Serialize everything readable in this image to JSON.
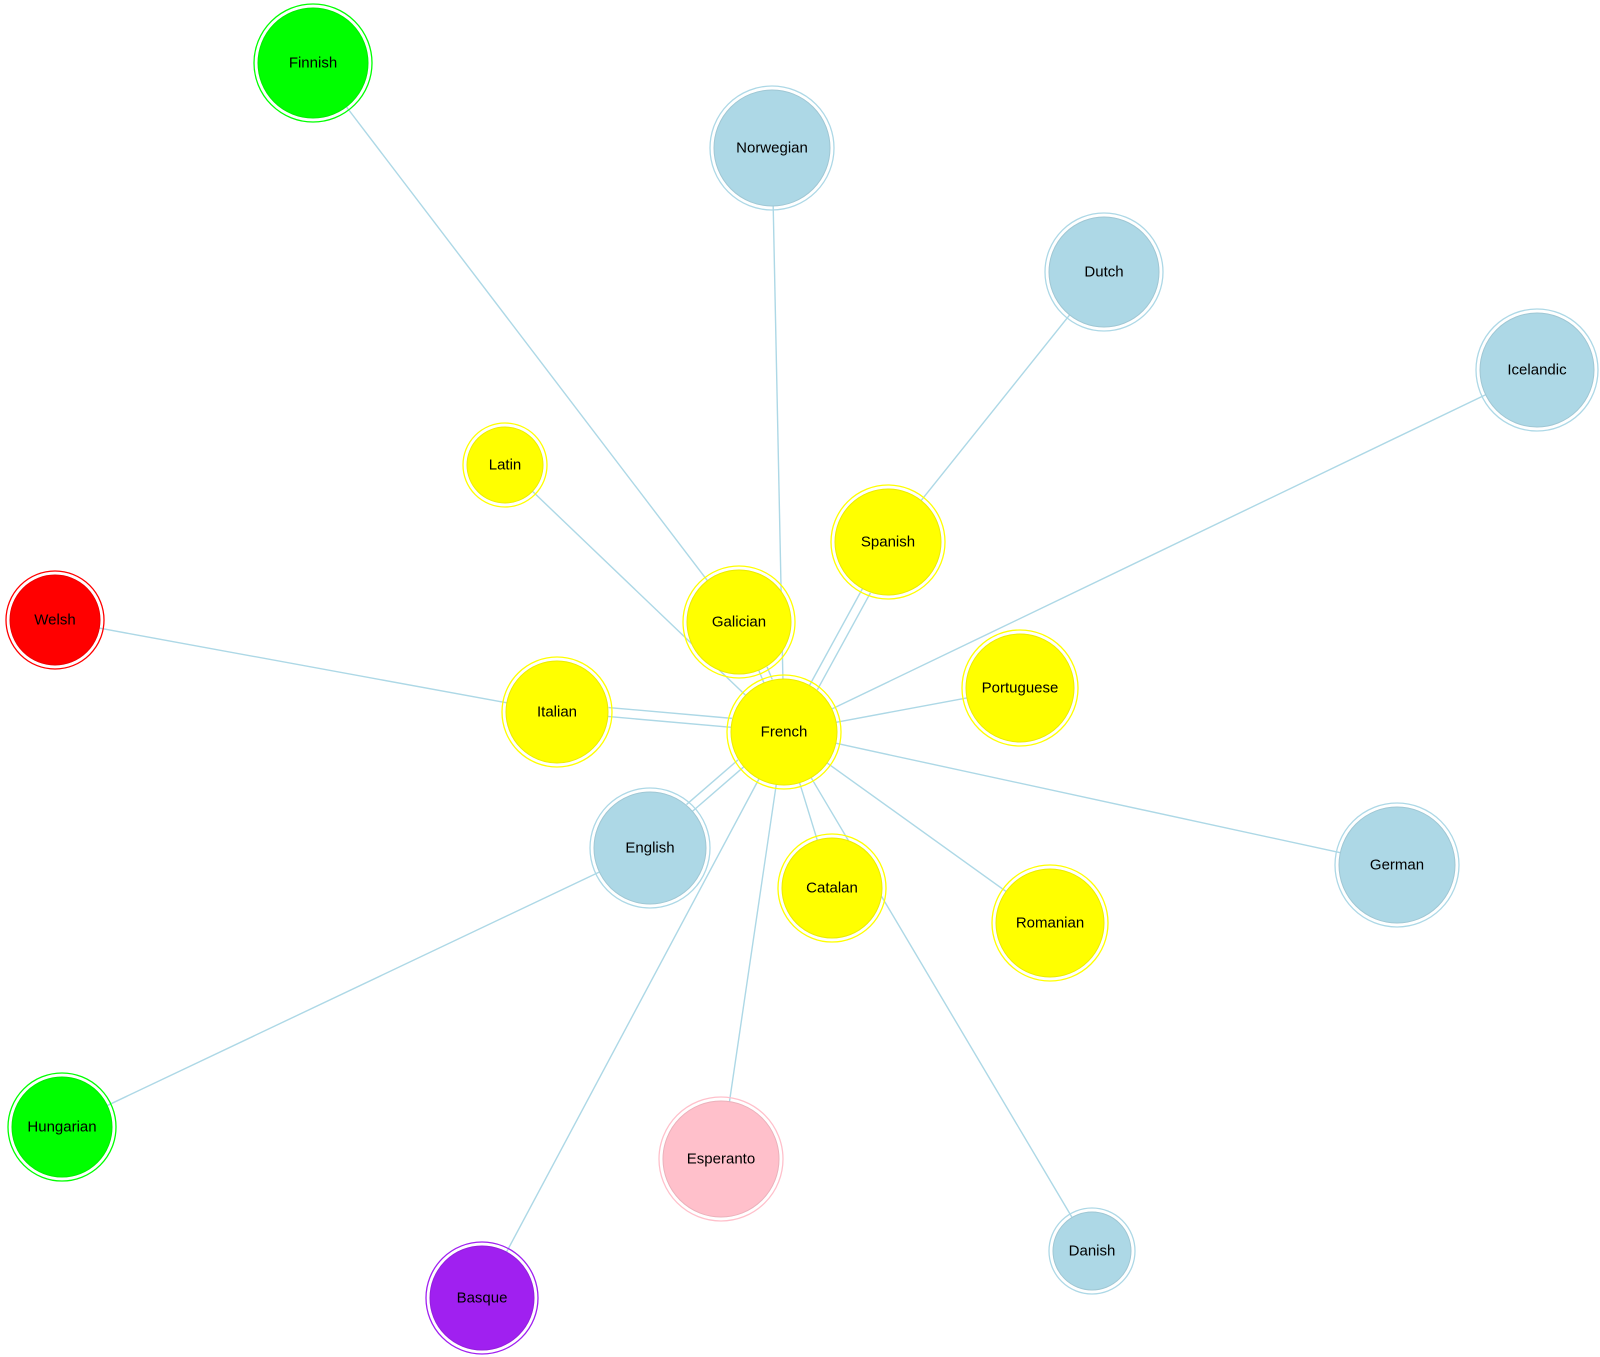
{
  "colors": {
    "edge": "#add8e6",
    "romance": "#ffff00",
    "germanic": "#add8e6",
    "uralic": "#00ff00",
    "celtic": "#ff0000",
    "isolate": "#a020f0",
    "constructed": "#ffc0cb"
  },
  "nodes": [
    {
      "id": "french",
      "label": "French",
      "color": "#ffff00"
    },
    {
      "id": "finnish",
      "label": "Finnish",
      "color": "#00ff00"
    },
    {
      "id": "norwegian",
      "label": "Norwegian",
      "color": "#add8e6"
    },
    {
      "id": "dutch",
      "label": "Dutch",
      "color": "#add8e6"
    },
    {
      "id": "icelandic",
      "label": "Icelandic",
      "color": "#add8e6"
    },
    {
      "id": "latin",
      "label": "Latin",
      "color": "#ffff00"
    },
    {
      "id": "spanish",
      "label": "Spanish",
      "color": "#ffff00"
    },
    {
      "id": "welsh",
      "label": "Welsh",
      "color": "#ff0000"
    },
    {
      "id": "galician",
      "label": "Galician",
      "color": "#ffff00"
    },
    {
      "id": "portuguese",
      "label": "Portuguese",
      "color": "#ffff00"
    },
    {
      "id": "italian",
      "label": "Italian",
      "color": "#ffff00"
    },
    {
      "id": "english",
      "label": "English",
      "color": "#add8e6"
    },
    {
      "id": "catalan",
      "label": "Catalan",
      "color": "#ffff00"
    },
    {
      "id": "romanian",
      "label": "Romanian",
      "color": "#ffff00"
    },
    {
      "id": "german",
      "label": "German",
      "color": "#add8e6"
    },
    {
      "id": "hungarian",
      "label": "Hungarian",
      "color": "#00ff00"
    },
    {
      "id": "esperanto",
      "label": "Esperanto",
      "color": "#ffc0cb"
    },
    {
      "id": "danish",
      "label": "Danish",
      "color": "#add8e6"
    },
    {
      "id": "basque",
      "label": "Basque",
      "color": "#a020f0"
    }
  ],
  "edges": [
    [
      "finnish",
      "galician"
    ],
    [
      "norwegian",
      "french"
    ],
    [
      "dutch",
      "spanish"
    ],
    [
      "icelandic",
      "french"
    ],
    [
      "latin",
      "french"
    ],
    [
      "spanish",
      "french"
    ],
    [
      "welsh",
      "italian"
    ],
    [
      "galician",
      "french"
    ],
    [
      "portuguese",
      "french"
    ],
    [
      "italian",
      "french"
    ],
    [
      "english",
      "french"
    ],
    [
      "catalan",
      "french"
    ],
    [
      "romanian",
      "french"
    ],
    [
      "german",
      "french"
    ],
    [
      "hungarian",
      "english"
    ],
    [
      "esperanto",
      "french"
    ],
    [
      "danish",
      "french"
    ],
    [
      "basque",
      "french"
    ],
    [
      "french",
      "spanish"
    ],
    [
      "french",
      "italian"
    ],
    [
      "french",
      "english"
    ],
    [
      "french",
      "galician"
    ]
  ]
}
